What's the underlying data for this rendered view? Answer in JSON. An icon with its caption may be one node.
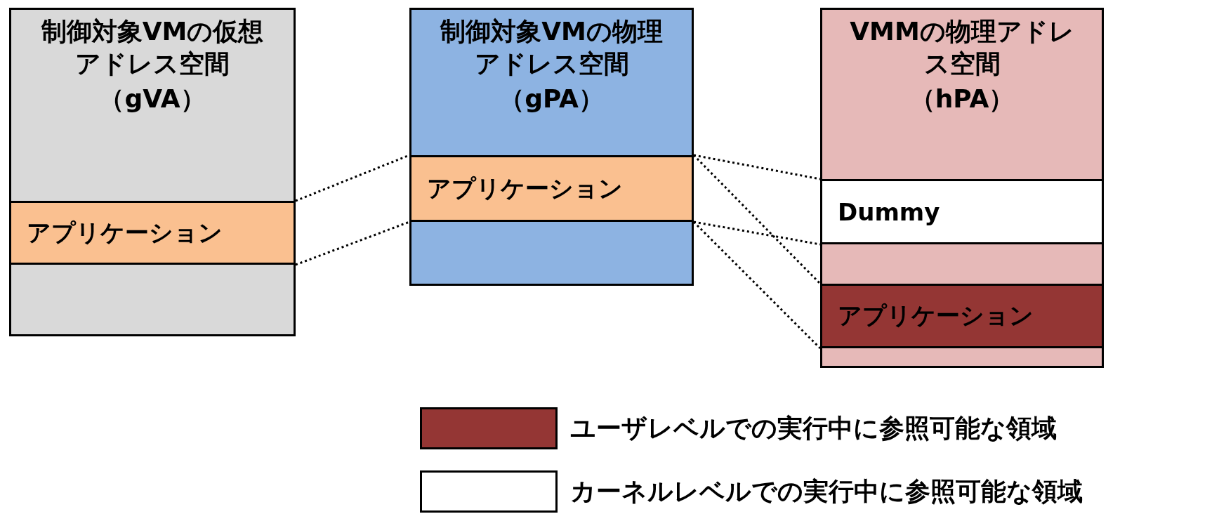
{
  "diagram": {
    "nodes": [
      {
        "text": [
          "制御対象VMの仮想アドレス空間",
          "（gVA）"
        ]
      },
      {
        "text": [
          "アプリケーション"
        ],
        "in": 0
      },
      {
        "text": [
          "制御対象VMの物理アドレス空間",
          "（gPA）"
        ]
      },
      {
        "text": [
          "アプリケーション"
        ],
        "in": 2
      },
      {
        "text": [
          "VMMの物理アドレス空間",
          "（hPA）"
        ]
      },
      {
        "text": [
          "Dummy"
        ],
        "in": 4
      },
      {
        "text": [
          "アプリケーション"
        ],
        "in": 4
      }
    ],
    "edges": [
      {
        "from": 1,
        "to": 3,
        "arrow": "none",
        "style": "dashed"
      },
      {
        "from": 1,
        "to": 3,
        "arrow": "none",
        "style": "dashed"
      },
      {
        "from": 3,
        "to": 5,
        "arrow": "none",
        "style": "dashed"
      },
      {
        "from": 3,
        "to": 5,
        "arrow": "none",
        "style": "dashed"
      },
      {
        "from": 3,
        "to": 6,
        "arrow": "none",
        "style": "dashed"
      },
      {
        "from": 3,
        "to": 6,
        "arrow": "none",
        "style": "dashed"
      }
    ],
    "legend": [
      {
        "text": "ユーザレベルでの実行中に参照可能な領域",
        "color": "#943634"
      },
      {
        "text": "カーネルレベルでの実行中に参照可能な領域",
        "color": "#ffffff"
      }
    ]
  }
}
